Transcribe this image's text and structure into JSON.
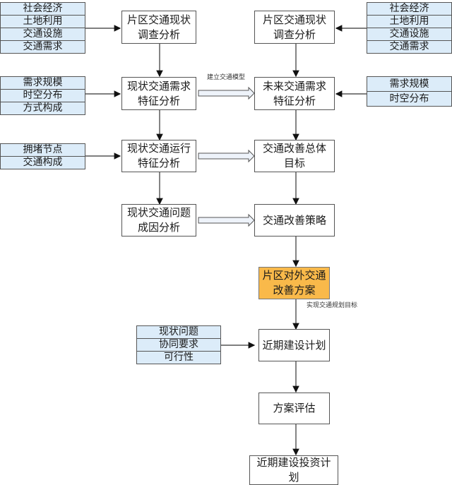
{
  "left_column": {
    "survey": "片区交通现状调查分析",
    "demand": "现状交通需求特征分析",
    "operation": "现状交通运行特征分析",
    "problem": "现状交通问题成因分析"
  },
  "right_column": {
    "survey": "片区交通现状调查分析",
    "future_demand": "未来交通需求特征分析",
    "goal": "交通改善总体目标",
    "strategy": "交通改善策略",
    "plan": "片区对外交通改善方案",
    "near_term": "近期建设计划",
    "evaluation": "方案评估",
    "investment": "近期建设投资计划"
  },
  "inputs": {
    "left_survey": [
      "社会经济",
      "土地利用",
      "交通设施",
      "交通需求"
    ],
    "left_demand": [
      "需求规模",
      "时空分布",
      "方式构成"
    ],
    "left_operation": [
      "拥堵节点",
      "交通构成"
    ],
    "right_survey": [
      "社会经济",
      "土地利用",
      "交通设施",
      "交通需求"
    ],
    "right_demand": [
      "需求规模",
      "时空分布"
    ],
    "near_term": [
      "现状问题",
      "协同要求",
      "可行性"
    ]
  },
  "labels": {
    "build_model": "建立交通模型",
    "realize_goal": "实现交通规划目标"
  },
  "colors": {
    "input_fill": "#dcecf9",
    "highlight_fill": "#f9b94a",
    "border": "#555555"
  }
}
